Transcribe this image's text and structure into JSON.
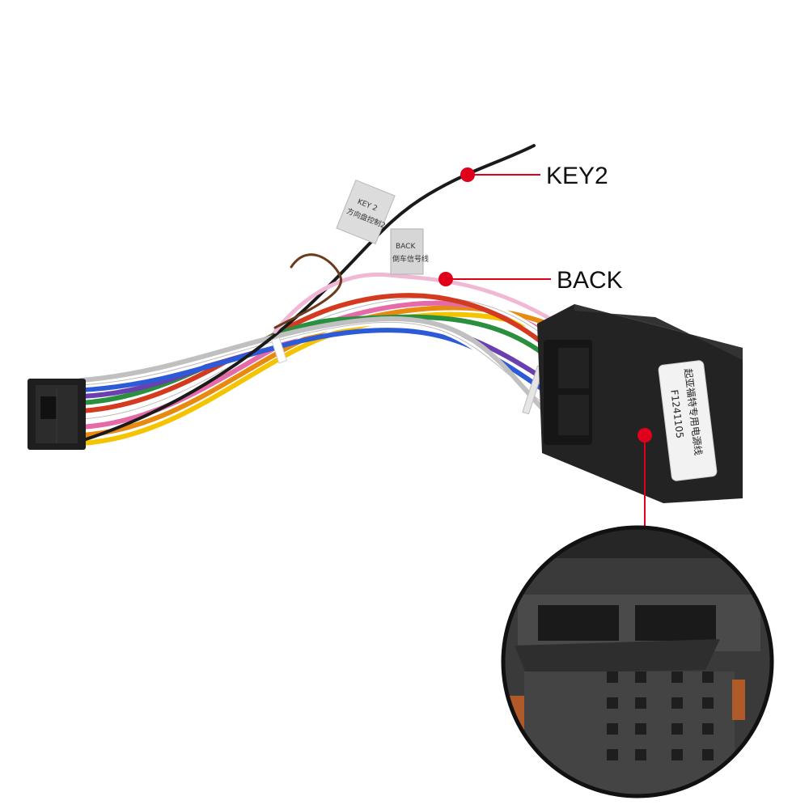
{
  "callouts": {
    "key2": "KEY2",
    "back": "BACK"
  },
  "tags": {
    "key2_tag_line1": "KEY 2",
    "key2_tag_line2": "方向盘控制2",
    "back_tag_line1": "BACK",
    "back_tag_line2": "倒车信号线"
  },
  "sticker": {
    "line1": "起亚福特专用电源线",
    "line2": "F1241105"
  },
  "colors": {
    "callout_dot": "#e0001b",
    "callout_line": "#e0001b",
    "connector_body": "#1e1e1e",
    "background": "#ffffff"
  }
}
